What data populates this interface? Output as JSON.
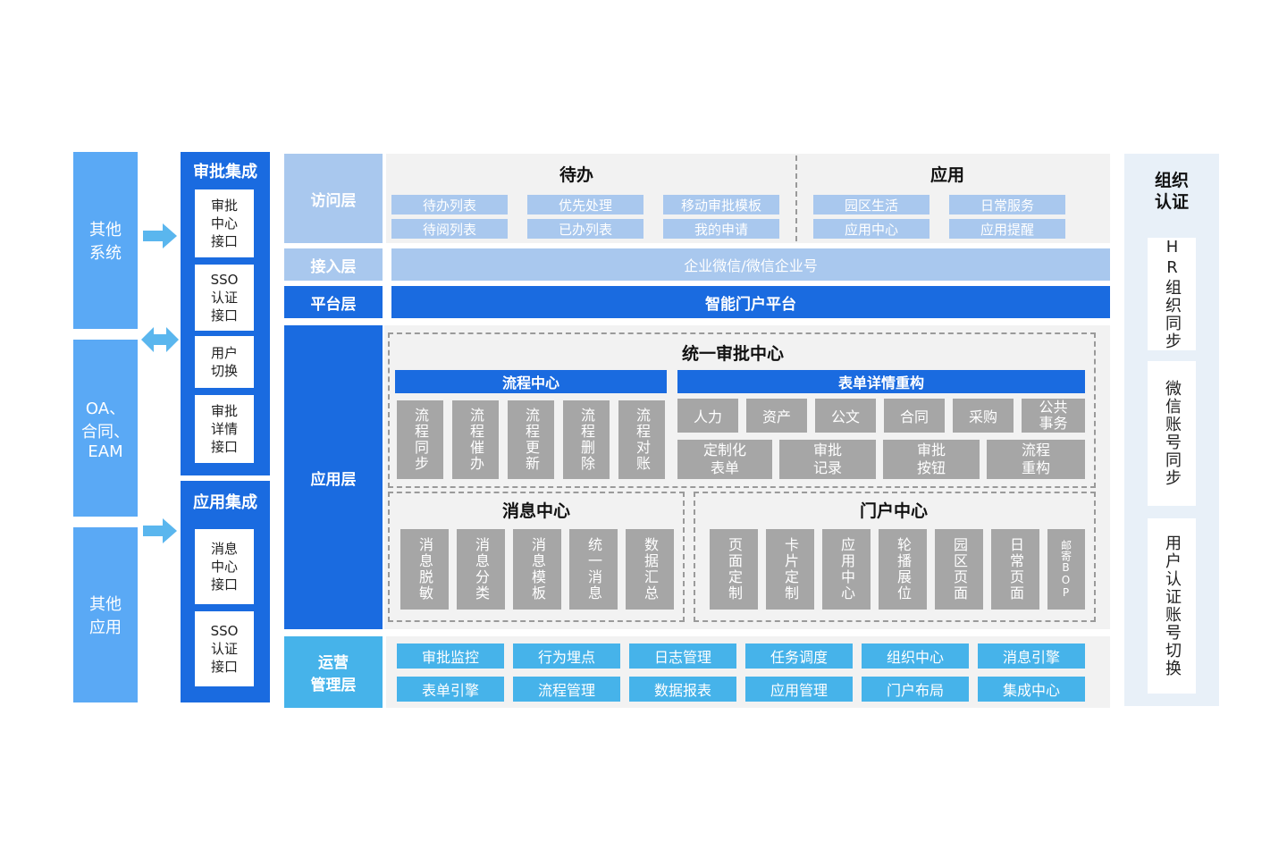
{
  "left_systems": {
    "other_systems": "其他\n系统",
    "oa": "OA、\n合同、\nEAM",
    "other_apps": "其他\n应用"
  },
  "approval_integration": {
    "title": "审批集成",
    "items": [
      "审批\n中心\n接口",
      "SSO\n认证\n接口",
      "用户\n切换",
      "审批\n详情\n接口"
    ]
  },
  "app_integration": {
    "title": "应用集成",
    "items": [
      "消息\n中心\n接口",
      "SSO\n认证\n接口"
    ]
  },
  "layers": {
    "access": "访问层",
    "ingress": "接入层",
    "platform": "平台层",
    "application": "应用层",
    "ops": "运营\n管理层"
  },
  "access_layer": {
    "todo_title": "待办",
    "todo_items": [
      "待办列表",
      "优先处理",
      "移动审批模板",
      "待阅列表",
      "已办列表",
      "我的申请"
    ],
    "apps_title": "应用",
    "apps_items": [
      "园区生活",
      "日常服务",
      "应用中心",
      "应用提醒"
    ]
  },
  "ingress_bar": "企业微信/微信企业号",
  "platform_bar": "智能门户平台",
  "approval_center": {
    "title": "统一审批中心",
    "flow_title": "流程中心",
    "flow_items": [
      "流程同步",
      "流程催办",
      "流程更新",
      "流程删除",
      "流程对账"
    ],
    "form_title": "表单详情重构",
    "form_row1": [
      "人力",
      "资产",
      "公文",
      "合同",
      "采购",
      "公共\n事务"
    ],
    "form_row2": [
      "定制化\n表单",
      "审批\n记录",
      "审批\n按钮",
      "流程\n重构"
    ]
  },
  "message_center": {
    "title": "消息中心",
    "items": [
      "消息脱敏",
      "消息分类",
      "消息模板",
      "统一消息",
      "数据汇总"
    ]
  },
  "portal_center": {
    "title": "门户中心",
    "items": [
      "页面定制",
      "卡片定制",
      "应用中心",
      "轮播展位",
      "园区页面",
      "日常页面",
      "邮寄BOP"
    ]
  },
  "ops_items": [
    "审批监控",
    "行为埋点",
    "日志管理",
    "任务调度",
    "组织中心",
    "消息引擎",
    "表单引擎",
    "流程管理",
    "数据报表",
    "应用管理",
    "门户布局",
    "集成中心"
  ],
  "right_panel": {
    "title": "组织\n认证",
    "items": [
      "HR组织同步",
      "微信账号同步",
      "用户认证账号切换"
    ]
  }
}
